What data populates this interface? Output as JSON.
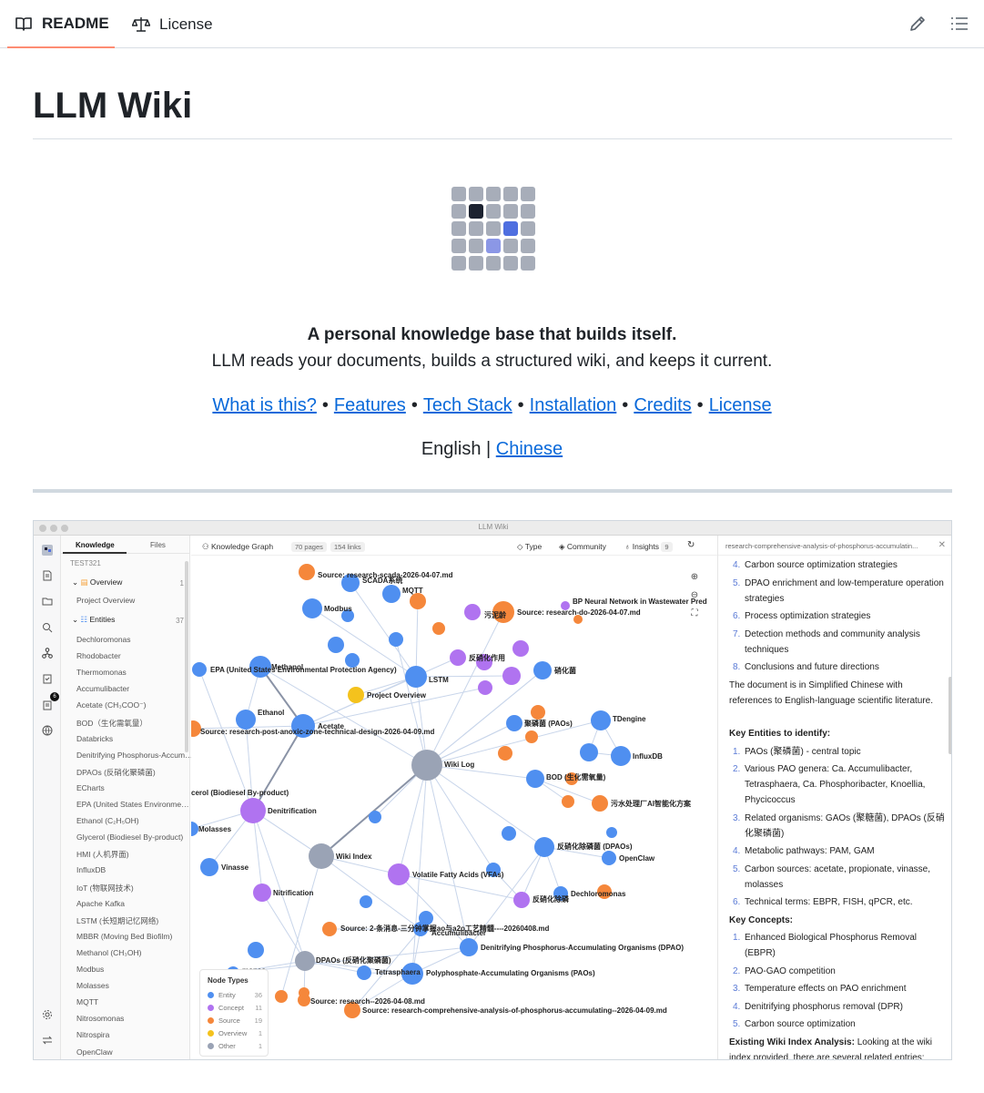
{
  "tabs": {
    "readme": "README",
    "license": "License"
  },
  "readme": {
    "title": "LLM Wiki",
    "tagline": "A personal knowledge base that builds itself.",
    "subline": "LLM reads your documents, builds a structured wiki, and keeps it current.",
    "links": [
      "What is this?",
      "Features",
      "Tech Stack",
      "Installation",
      "Credits",
      "License"
    ],
    "separator": "•",
    "lang_current": "English |",
    "lang_other": "Chinese"
  },
  "colors": {
    "accent_link": "#0969da",
    "tab_underline": "#fd8c73",
    "entity": "#4f8ff0",
    "concept": "#b073f0",
    "source": "#f5873b",
    "overview": "#f4c21d",
    "other": "#9aa3b5"
  },
  "app": {
    "window_title": "LLM Wiki",
    "sidebar": {
      "tab_knowledge": "Knowledge",
      "tab_files": "Files",
      "project": "TEST321",
      "overview_label": "Overview",
      "overview_count": "1",
      "overview_item": "Project Overview",
      "entities_label": "Entities",
      "entities_count": "37",
      "badge": "6",
      "items": [
        "Dechloromonas",
        "Rhodobacter",
        "Thermomonas",
        "Accumulibacter",
        "Acetate (CH₃COO⁻)",
        "BOD（生化需氧量）",
        "Databricks",
        "Denitrifying Phosphorus-Accumulating",
        "DPAOs (反硝化聚磷菌)",
        "ECharts",
        "EPA (United States Environmental)",
        "Ethanol (C₂H₅OH)",
        "Glycerol (Biodiesel By-product)",
        "HMI (人机界面)",
        "InfluxDB",
        "IoT (物联网技术)",
        "Apache Kafka",
        "LSTM (长短期记忆网络)",
        "MBBR (Moving Bed Biofilm)",
        "Methanol (CH₃OH)",
        "Modbus",
        "Molasses",
        "MQTT",
        "Nitrosomonas",
        "Nitrospira",
        "OpenClaw"
      ]
    },
    "graph": {
      "title": "Knowledge Graph",
      "pages": "70 pages",
      "links": "154 links",
      "btn_type": "Type",
      "btn_community": "Community",
      "btn_insights": "Insights",
      "insights_count": "9",
      "labels": [
        "Source: research-scada-2026-04-07.md",
        "SCADA系统",
        "MQTT",
        "Modbus",
        "污泥龄",
        "Source: research-do-2026-04-07.md",
        "BP Neural Network in Wastewater Pred",
        "反硝化作用",
        "EPA (United States Environmental Protection Agency)",
        "Methanol",
        "LSTM",
        "硝化菌",
        "Project Overview",
        "Ethanol",
        "Source: research-post-anoxic-zone-technical-design-2026-04-09.md",
        "Acetate",
        "聚磷菌 (PAOs)",
        "TDengine",
        "InfluxDB",
        "Wiki Log",
        "BOD (生化需氧量)",
        "cerol (Biodiesel By-product)",
        "Denitrification",
        "污水处理厂AI智能化方案",
        "Molasses",
        "反硝化除磷菌 (DPAOs)",
        "OpenClaw",
        "Wiki Index",
        "Vinasse",
        "Volatile Fatty Acids (VFAs)",
        "Nitrification",
        "反硝化除磷",
        "Dechloromonas",
        "Source: 2-条消息-三分钟掌握ao与a2o工艺精髓----20260408.md",
        "Accumulibacter",
        "Denitrifying Phosphorus-Accumulating Organisms (DPAO)",
        "DPAOs (反硝化聚磷菌)",
        "monas",
        "Tetrasphaera",
        "Polyphosphate-Accumulating Organisms (PAOs)",
        "Source: research--2026-04-08.md",
        "Source: research-comprehensive-analysis-of-phosphorus-accumulating--2026-04-09.md"
      ],
      "legend_title": "Node Types",
      "legend": [
        {
          "name": "Entity",
          "count": "36"
        },
        {
          "name": "Concept",
          "count": "11"
        },
        {
          "name": "Source",
          "count": "19"
        },
        {
          "name": "Overview",
          "count": "1"
        },
        {
          "name": "Other",
          "count": "1"
        }
      ]
    },
    "reader": {
      "header": "research-comprehensive-analysis-of-phosphorus-accumulatin...",
      "list1": [
        {
          "n": "4.",
          "t": "Carbon source optimization strategies"
        },
        {
          "n": "5.",
          "t": "DPAO enrichment and low-temperature operation strategies"
        },
        {
          "n": "6.",
          "t": "Process optimization strategies"
        },
        {
          "n": "7.",
          "t": "Detection methods and community analysis techniques"
        },
        {
          "n": "8.",
          "t": "Conclusions and future directions"
        }
      ],
      "para1": "The document is in Simplified Chinese with references to English-language scientific literature.",
      "entities_heading": "Key Entities to identify:",
      "list2": [
        {
          "n": "1.",
          "t": "PAOs (聚磷菌) - central topic"
        },
        {
          "n": "2.",
          "t": "Various PAO genera: Ca. Accumulibacter, Tetrasphaera, Ca. Phosphoribacter, Knoellia, Phycicoccus"
        },
        {
          "n": "3.",
          "t": "Related organisms: GAOs (聚糖菌), DPAOs (反硝化聚磷菌)"
        },
        {
          "n": "4.",
          "t": "Metabolic pathways: PAM, GAM"
        },
        {
          "n": "5.",
          "t": "Carbon sources: acetate, propionate, vinasse, molasses"
        },
        {
          "n": "6.",
          "t": "Technical terms: EBPR, FISH, qPCR, etc."
        }
      ],
      "concepts_heading": "Key Concepts:",
      "list3": [
        {
          "n": "1.",
          "t": "Enhanced Biological Phosphorus Removal (EBPR)"
        },
        {
          "n": "2.",
          "t": "PAO-GAO competition"
        },
        {
          "n": "3.",
          "t": "Temperature effects on PAO enrichment"
        },
        {
          "n": "4.",
          "t": "Denitrifying phosphorus removal (DPR)"
        },
        {
          "n": "5.",
          "t": "Carbon source optimization"
        }
      ],
      "index_heading": "Existing Wiki Index Analysis:",
      "index_text": " Looking at the wiki index provided, there are several related entries:"
    }
  }
}
